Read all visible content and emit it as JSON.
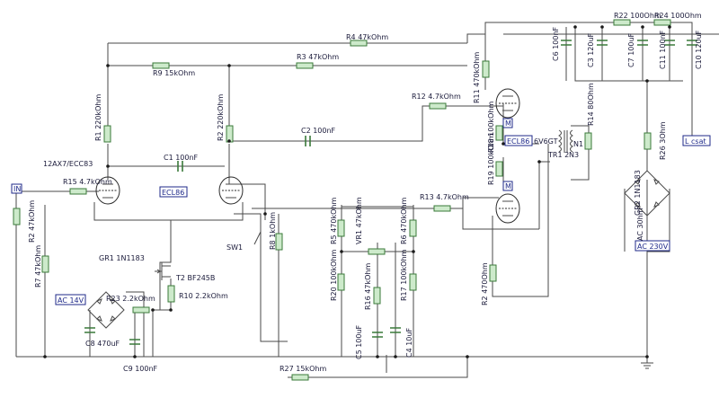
{
  "labels": {
    "in": "IN",
    "r1": "R1 220kOhm",
    "r2_220": "R2 220kOhm",
    "r3": "R3 47kOhm",
    "r4": "R4 47kOhm",
    "r9": "R9 15kOhm",
    "r15": "R15 4.7kOhm",
    "r2_47": "R2 47kOhm",
    "r7": "R7 47kOhm",
    "tube1_pins": "12AX7/ECC83",
    "c1": "C1 100nF",
    "c2": "C2 100nF",
    "ecl86_1": "ECL86",
    "r12": "R12 4.7kOhm",
    "r13": "R13 4.7kOhm",
    "r11": "R11 470kOhm",
    "r18": "R18 100kOhm",
    "r19": "R19 100kOhm",
    "ecl86_2": "ECL86",
    "m1": "M",
    "m2": "M",
    "n1": "N1",
    "n3": "N3",
    "tr1": "TR1 2",
    "r14": "R14 80Ohm",
    "sixv": "6V6GT",
    "r2_470": "R2 470Ohm",
    "r5": "R5 470kOhm",
    "r6": "R6 470kOhm",
    "r20": "R20 100kOhm",
    "r17": "R17 100kOhm",
    "vr1": "VR1 47kOhm",
    "r16": "R16 47kOhm",
    "c5": "C5 100uF",
    "c4": "C4 10uF",
    "r8": "R8 1kOhm",
    "sw1": "SW1",
    "gr1": "GR1 1N1183",
    "t2": "T2 BF245B",
    "r10": "R10 2.2kOhm",
    "ac14": "AC 14V",
    "r23": "R23 2.2kOhm",
    "c8": "C8 470uF",
    "c9": "C9 100nF",
    "r27": "R27 15kOhm",
    "c6": "C6 100nF",
    "c3": "C3 120uF",
    "r22": "R22 100Ohm",
    "c7": "C7 100uF",
    "r24": "R24 100Ohm",
    "c11": "C11 100nF",
    "c10": "C10 120uF",
    "r26": "R26 3Ohm",
    "gr2": "GR2 1N1183",
    "acr": "AC 30hm",
    "ac230": "AC 230V",
    "lcsat": "L csat"
  },
  "icons": {
    "resistor": "resistor-symbol",
    "capacitor": "capacitor-symbol",
    "tube": "vacuum-tube-symbol",
    "diode_bridge": "diode-bridge-symbol",
    "transistor": "jfet-symbol",
    "transformer": "transformer-symbol",
    "ground": "ground-symbol"
  },
  "colors": {
    "component_fill": "#cdeacb",
    "component_stroke": "#3a7a3a",
    "wire": "#4a4a4a",
    "tag_border": "#1f2a8a"
  }
}
